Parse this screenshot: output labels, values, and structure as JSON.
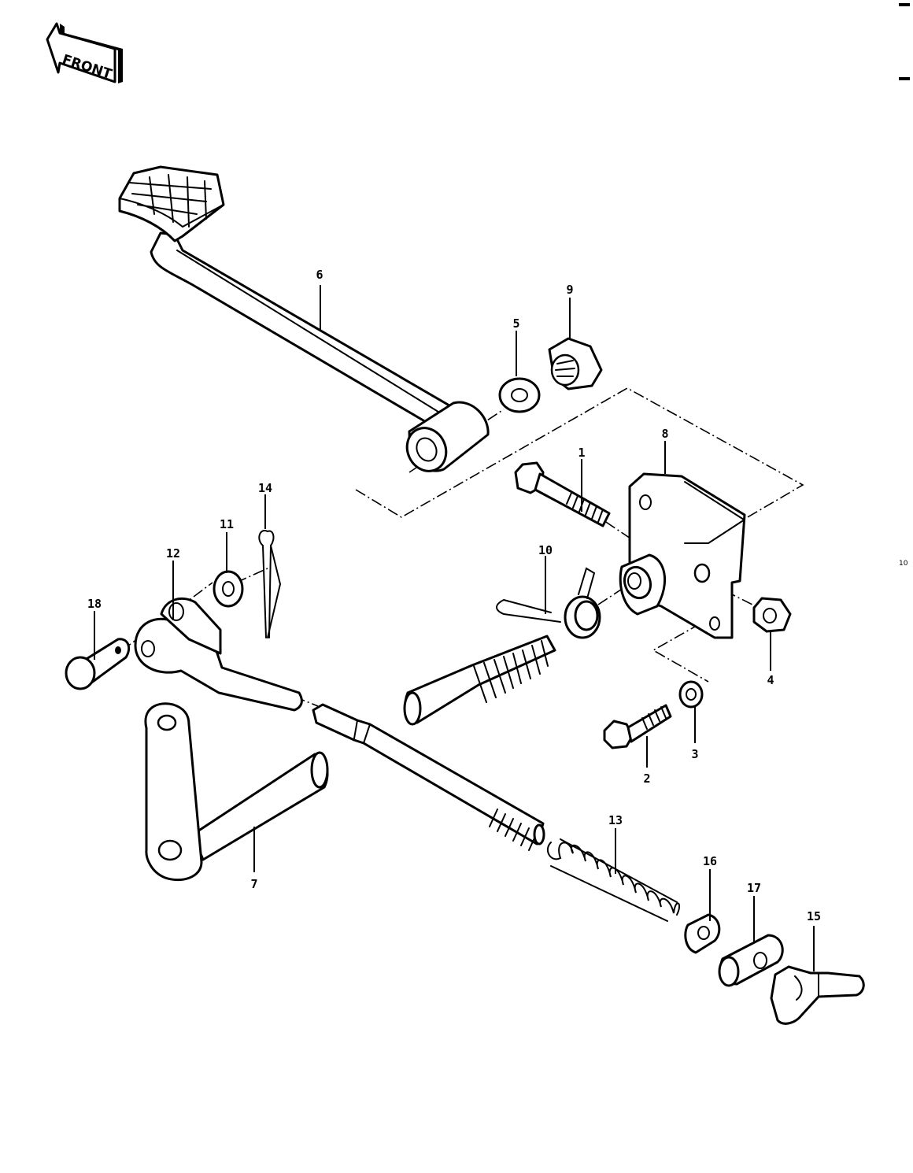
{
  "front_arrow": {
    "label": "FRONT"
  },
  "side_mark": "10",
  "callouts": [
    {
      "id": "c1",
      "text": "1"
    },
    {
      "id": "c2",
      "text": "2"
    },
    {
      "id": "c3",
      "text": "3"
    },
    {
      "id": "c4",
      "text": "4"
    },
    {
      "id": "c5",
      "text": "5"
    },
    {
      "id": "c6",
      "text": "6"
    },
    {
      "id": "c7",
      "text": "7"
    },
    {
      "id": "c8",
      "text": "8"
    },
    {
      "id": "c9",
      "text": "9"
    },
    {
      "id": "c10",
      "text": "10"
    },
    {
      "id": "c11",
      "text": "11"
    },
    {
      "id": "c12",
      "text": "12"
    },
    {
      "id": "c13",
      "text": "13"
    },
    {
      "id": "c14",
      "text": "14"
    },
    {
      "id": "c15",
      "text": "15"
    },
    {
      "id": "c16",
      "text": "16"
    },
    {
      "id": "c17",
      "text": "17"
    },
    {
      "id": "c18",
      "text": "18"
    }
  ]
}
